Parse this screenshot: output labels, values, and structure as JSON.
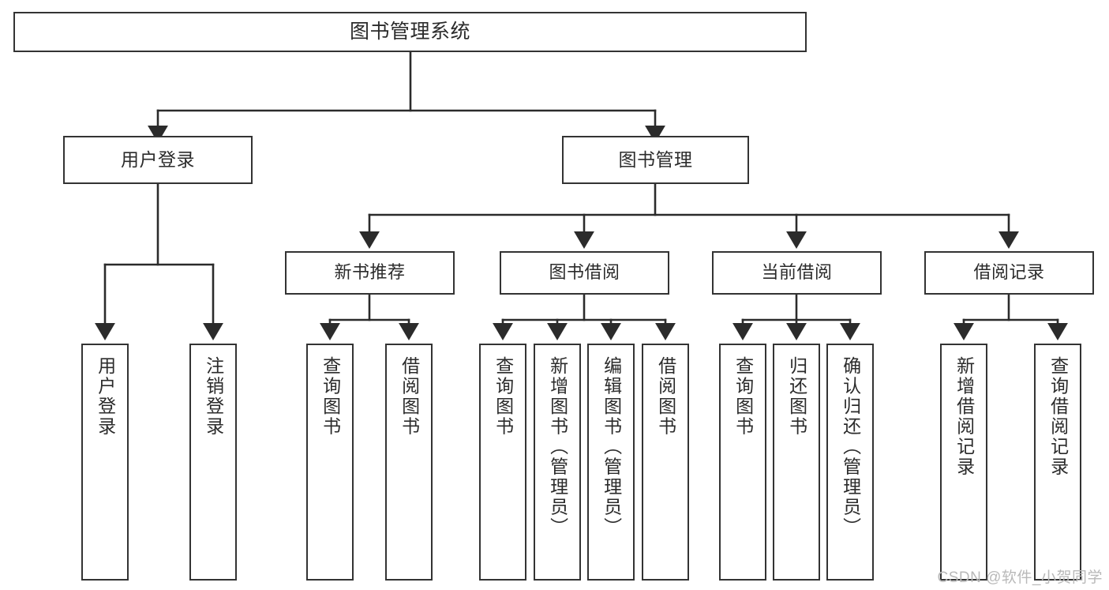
{
  "diagram": {
    "title": "图书管理系统",
    "type": "tree",
    "watermark": "CSDN @软件_小贺同学",
    "colors": {
      "background": "#ffffff",
      "border": "#333333",
      "text": "#2b2b2b",
      "watermark": "#b9b9b9"
    },
    "nodes": {
      "root": {
        "label": "图书管理系统"
      },
      "level1": [
        {
          "id": "user-login",
          "label": "用户登录"
        },
        {
          "id": "book-manage",
          "label": "图书管理"
        }
      ],
      "level2": [
        {
          "id": "new-book-recommend",
          "label": "新书推荐",
          "parent": "book-manage"
        },
        {
          "id": "book-borrow",
          "label": "图书借阅",
          "parent": "book-manage"
        },
        {
          "id": "current-borrow",
          "label": "当前借阅",
          "parent": "book-manage"
        },
        {
          "id": "borrow-record",
          "label": "借阅记录",
          "parent": "book-manage"
        }
      ],
      "leaves": [
        {
          "id": "leaf-user-login",
          "label": "用户登录",
          "parent": "user-login"
        },
        {
          "id": "leaf-logout-login",
          "label": "注销登录",
          "parent": "user-login"
        },
        {
          "id": "leaf-query-book-1",
          "label": "查询图书",
          "parent": "new-book-recommend"
        },
        {
          "id": "leaf-borrow-book-1",
          "label": "借阅图书",
          "parent": "new-book-recommend"
        },
        {
          "id": "leaf-query-book-2",
          "label": "查询图书",
          "parent": "book-borrow"
        },
        {
          "id": "leaf-add-book",
          "label": "新增图书（管理员）",
          "parent": "book-borrow"
        },
        {
          "id": "leaf-edit-book",
          "label": "编辑图书（管理员）",
          "parent": "book-borrow"
        },
        {
          "id": "leaf-borrow-book-2",
          "label": "借阅图书",
          "parent": "book-borrow"
        },
        {
          "id": "leaf-query-book-3",
          "label": "查询图书",
          "parent": "current-borrow"
        },
        {
          "id": "leaf-return-book",
          "label": "归还图书",
          "parent": "current-borrow"
        },
        {
          "id": "leaf-confirm-return",
          "label": "确认归还（管理员）",
          "parent": "current-borrow"
        },
        {
          "id": "leaf-add-record",
          "label": "新增借阅记录",
          "parent": "borrow-record"
        },
        {
          "id": "leaf-query-record",
          "label": "查询借阅记录",
          "parent": "borrow-record"
        }
      ]
    }
  }
}
